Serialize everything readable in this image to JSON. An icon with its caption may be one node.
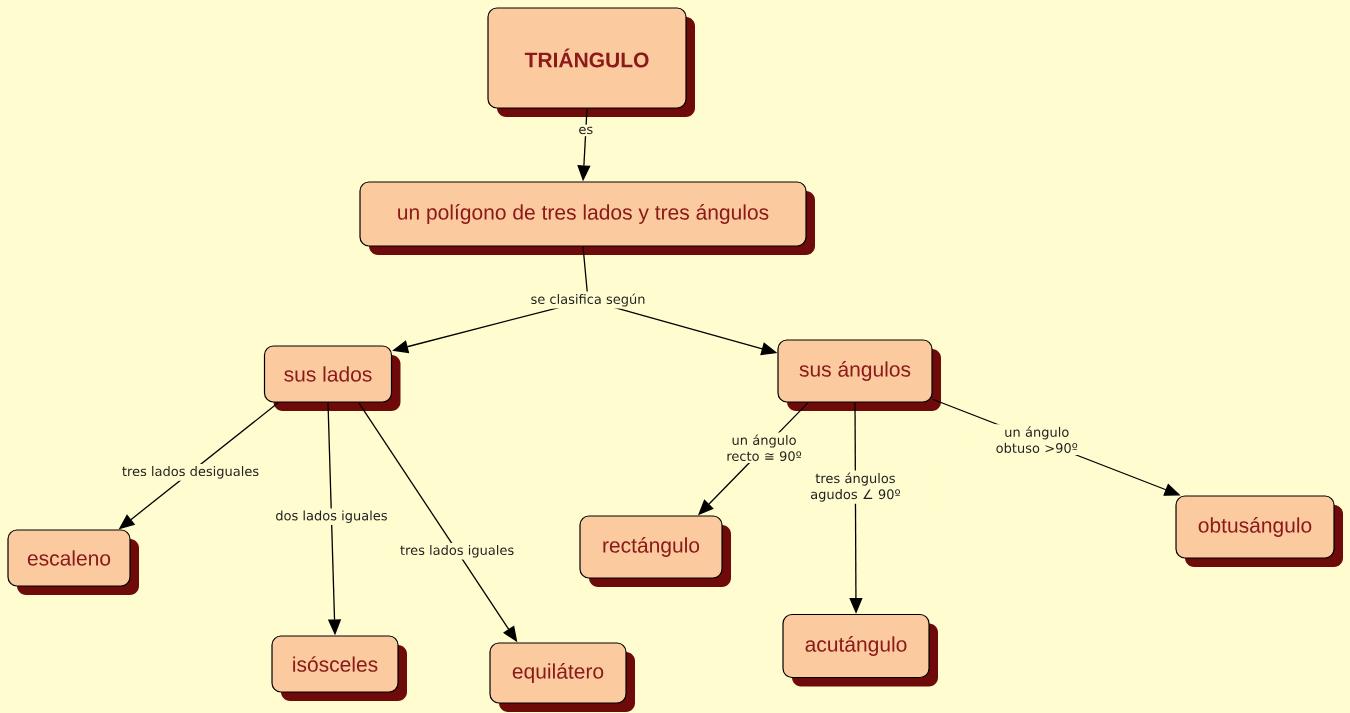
{
  "diagram": {
    "nodes": [
      {
        "text": [
          "TRIÁNGULO"
        ]
      },
      {
        "text": [
          "un polígono de tres lados y tres ángulos"
        ]
      },
      {
        "text": [
          "sus lados"
        ]
      },
      {
        "text": [
          "sus ángulos"
        ]
      },
      {
        "text": [
          "escaleno"
        ]
      },
      {
        "text": [
          "isósceles"
        ]
      },
      {
        "text": [
          "equilátero"
        ]
      },
      {
        "text": [
          "rectángulo"
        ]
      },
      {
        "text": [
          "acutángulo"
        ]
      },
      {
        "text": [
          "obtusángulo"
        ]
      }
    ],
    "edges": [
      {
        "from": 0,
        "to": 1,
        "arrow": "to",
        "label": "es"
      },
      {
        "from": 1,
        "to": 2,
        "arrow": "to",
        "label": "se clasifica según"
      },
      {
        "from": 1,
        "to": 3,
        "arrow": "to"
      },
      {
        "from": 2,
        "to": 4,
        "arrow": "to",
        "label": "tres lados desiguales"
      },
      {
        "from": 2,
        "to": 5,
        "arrow": "to",
        "label": "dos lados iguales"
      },
      {
        "from": 2,
        "to": 6,
        "arrow": "to",
        "label": "tres lados iguales"
      },
      {
        "from": 3,
        "to": 7,
        "arrow": "to",
        "label": "un ángulo recto ≅ 90º"
      },
      {
        "from": 3,
        "to": 8,
        "arrow": "to",
        "label": "tres ángulos agudos ∠ 90º"
      },
      {
        "from": 3,
        "to": 9,
        "arrow": "to",
        "label": "un ángulo obtuso >90º"
      }
    ]
  }
}
